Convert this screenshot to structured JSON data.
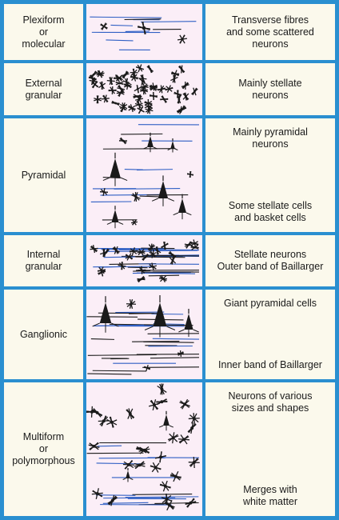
{
  "layers": [
    {
      "name": "Plexiform\nor\nmolecular",
      "description": [
        "Transverse fibres\nand some scattered\nneurons"
      ]
    },
    {
      "name": "External\ngranular",
      "description": [
        "Mainly stellate\nneurons"
      ]
    },
    {
      "name": "Pyramidal",
      "description": [
        "Mainly pyramidal\nneurons",
        "Some stellate cells\nand basket cells"
      ]
    },
    {
      "name": "Internal\ngranular",
      "description": [
        "Stellate neurons\nOuter band of Baillarger"
      ]
    },
    {
      "name": "Ganglionic",
      "description": [
        "Giant pyramidal cells",
        "Inner band of Baillarger"
      ]
    },
    {
      "name": "Multiform\nor\npolymorphous",
      "description": [
        "Neurons of various\nsizes and shapes",
        "Merges with\nwhite matter"
      ]
    }
  ],
  "colors": {
    "border": "#2a8fd0",
    "cell": "#fbf9ec",
    "drawing_bg": "#fbeef7",
    "ink": "#1a1a1a",
    "fibre_blue": "#2f5fc4"
  }
}
